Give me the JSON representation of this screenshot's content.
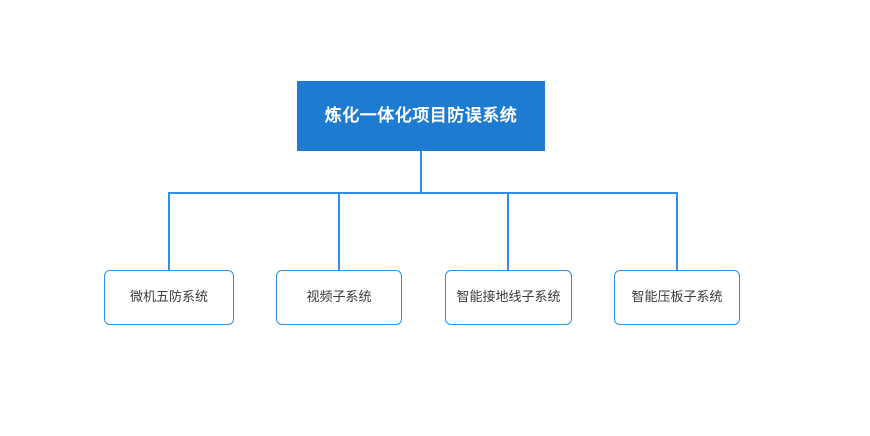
{
  "diagram": {
    "type": "organization-chart",
    "background_color": "#ffffff",
    "accent_color": "#1E7BD2",
    "line_color": "#2F8FE8",
    "root": {
      "label": "炼化一体化项目防误系统",
      "fill_color": "#1E7BD2",
      "text_color": "#ffffff"
    },
    "children": [
      {
        "label": "微机五防系统"
      },
      {
        "label": "视频子系统"
      },
      {
        "label": "智能接地线子系统"
      },
      {
        "label": "智能压板子系统"
      }
    ]
  }
}
